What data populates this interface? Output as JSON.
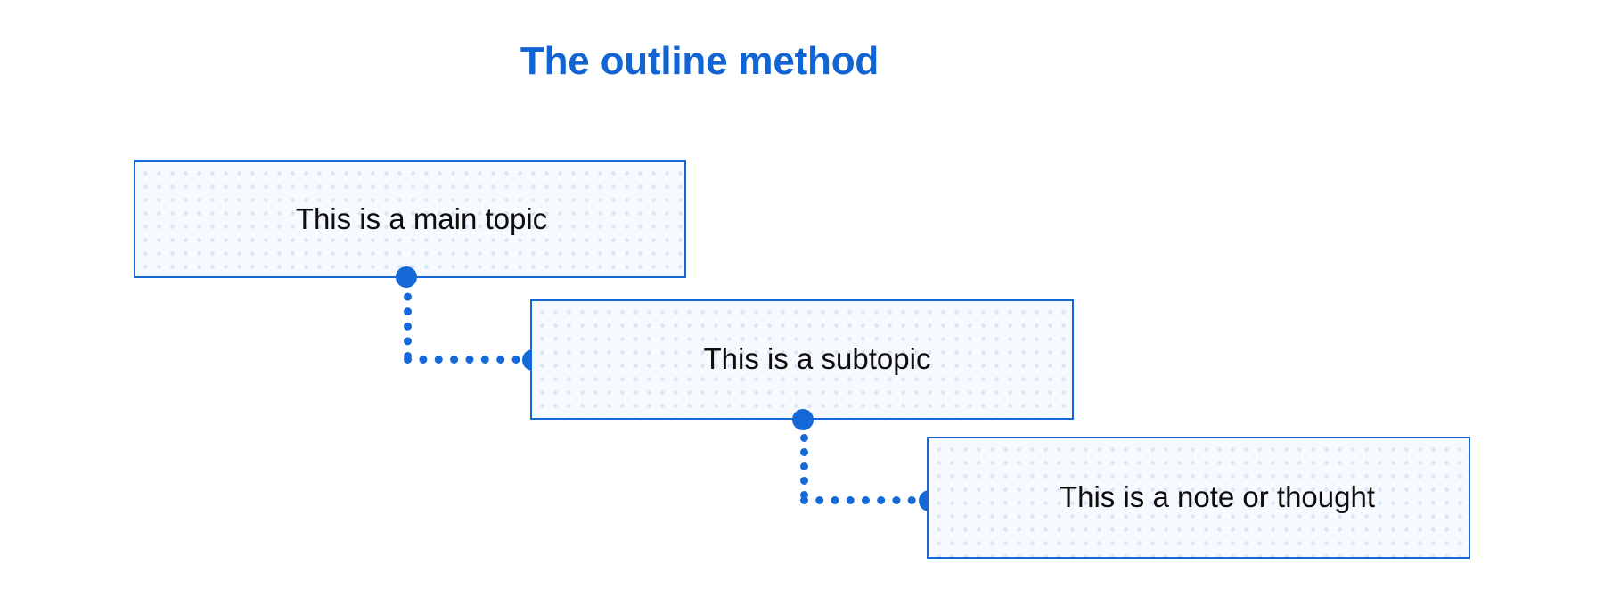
{
  "page": {
    "title": "The outline method",
    "background_color": "#ffffff",
    "accent_color": "#1569d6",
    "title_color": "#1064d4",
    "box_fill_color": "#f6f9fe",
    "box_dot_color": "#dbe7f7",
    "text_color": "#0d0d0d"
  },
  "diagram": {
    "type": "outline-cascade",
    "nodes": [
      {
        "id": "node-1",
        "level": 1,
        "label": "This is a main topic"
      },
      {
        "id": "node-2",
        "level": 2,
        "label": "This is a subtopic"
      },
      {
        "id": "node-3",
        "level": 3,
        "label": "This is a note or thought"
      }
    ],
    "connectors": [
      {
        "id": "connector-1",
        "from": "node-1",
        "to": "node-2",
        "style": "dotted-elbow"
      },
      {
        "id": "connector-2",
        "from": "node-2",
        "to": "node-3",
        "style": "dotted-elbow"
      }
    ]
  }
}
